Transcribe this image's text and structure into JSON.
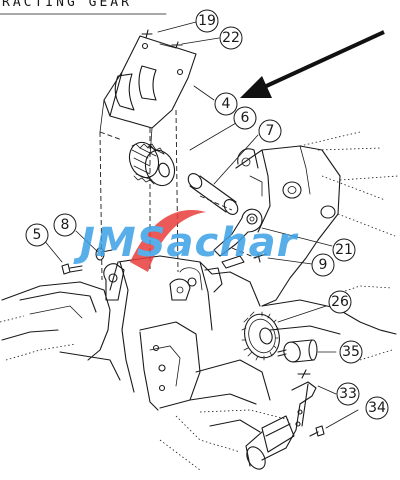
{
  "title": "RACTING GEAR",
  "watermark": {
    "text": "JMSachar",
    "color": "#3aa0e6",
    "swoosh_color": "#e83d3d"
  },
  "colors": {
    "line": "#1a1a1a",
    "background": "#ffffff"
  },
  "callouts": [
    {
      "id": "c19",
      "label": "19"
    },
    {
      "id": "c22",
      "label": "22"
    },
    {
      "id": "c4",
      "label": "4"
    },
    {
      "id": "c6",
      "label": "6"
    },
    {
      "id": "c7",
      "label": "7"
    },
    {
      "id": "c5",
      "label": "5"
    },
    {
      "id": "c8",
      "label": "8"
    },
    {
      "id": "c21",
      "label": "21"
    },
    {
      "id": "c9",
      "label": "9"
    },
    {
      "id": "c26",
      "label": "26"
    },
    {
      "id": "c35",
      "label": "35"
    },
    {
      "id": "c33",
      "label": "33"
    },
    {
      "id": "c34",
      "label": "34"
    }
  ]
}
